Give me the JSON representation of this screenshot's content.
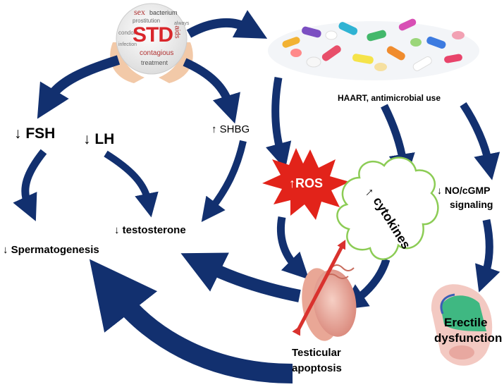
{
  "labels": {
    "fsh": "↓ FSH",
    "lh": "↓ LH",
    "shbg": "↑ SHBG",
    "haart": "HAART, antimicrobial  use",
    "ros": "↑ROS",
    "cytokines_arrow": "↑",
    "cytokines": "cytokines",
    "no_cgmp_line1": "↓ NO/cGMP",
    "no_cgmp_line2": "signaling",
    "testosterone": "↓ testosterone",
    "spermatogenesis": "↓ Spermatogenesis",
    "apoptosis_line1": "Testicular",
    "apoptosis_line2": "apoptosis",
    "erectile_line1": "Erectile",
    "erectile_line2": "dysfunction"
  },
  "std_globe": {
    "center_word": "STD",
    "words": [
      "sex",
      "bacterium",
      "prostitution",
      "aids",
      "contagious",
      "treatment",
      "condom",
      "infection",
      "always"
    ]
  },
  "colors": {
    "arrow": "#12306f",
    "ros_burst": "#e2231a",
    "cloud_border": "#8ccc55",
    "apoptosis_arrow": "#d9322e",
    "std_red": "#d9262b"
  }
}
